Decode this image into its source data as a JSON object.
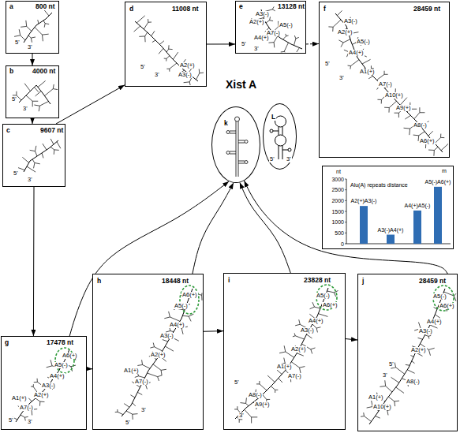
{
  "diagram": {
    "nodes": [
      {
        "text": [
          "a",
          "800 nt",
          "5'",
          "3'"
        ]
      },
      {
        "text": [
          "b",
          "4000 nt",
          "5'",
          "3'"
        ]
      },
      {
        "text": [
          "c",
          "9607 nt",
          "5'",
          "3'"
        ]
      },
      {
        "text": [
          "d",
          "11008 nt",
          "5'",
          "3'",
          "A2(+)",
          "A3(-)"
        ]
      },
      {
        "text": [
          "e",
          "13128 nt",
          "A3(-)",
          "A2(+)",
          "A5(-)",
          "A7(-)",
          "A4(+)",
          "5'",
          "3'"
        ]
      },
      {
        "text": [
          "f",
          "28459 nt",
          "A3(-)",
          "A2(+)",
          "A5(-)",
          "A4(+)",
          "5'",
          "3'",
          "A1(+)",
          "A7(-)",
          "A10(+)",
          "A9(+)",
          "A8(-)",
          "A6(+)"
        ]
      },
      {
        "text": [
          "g",
          "17478 nt",
          "A6(+)",
          "A5(-)",
          "A4(+)",
          "A3(-)",
          "A2(+)",
          "A1(+)",
          "A7(-)",
          "5'",
          "3'"
        ]
      },
      {
        "text": [
          "h",
          "18448 nt",
          "A6(+)",
          "A5(-)",
          "A4(+)",
          "A3(-)",
          "A2(+)",
          "A1(+)",
          "A7(-)",
          "5'",
          "3'"
        ]
      },
      {
        "text": [
          "i",
          "23828 nt",
          "A5(-)",
          "A6(+)",
          "A4(+)",
          "A3(-)",
          "A2(+)",
          "A1(+)",
          "A7(-)",
          "A8(-)",
          "A9(+)",
          "5'",
          "3'"
        ]
      },
      {
        "text": [
          "j",
          "28459 nt",
          "A5(-)",
          "A6(+)",
          "A4(+)",
          "A3(-)",
          "A2(+)",
          "5'",
          "3'",
          "A8(-)",
          "A1(+)",
          "A10(+)"
        ]
      },
      {
        "text": [
          "k"
        ]
      },
      {
        "text": [
          "L",
          "5'",
          "3'"
        ]
      },
      {
        "text": [
          "m",
          "nt",
          "Alu(A) repeats distance",
          "3000",
          "2500",
          "2000",
          "1500",
          "1000",
          "500",
          "0",
          "A2(+)A3(-)",
          "A3(-)A4(+)",
          "A4(+)A5(-)",
          "A5(-)A6(+)"
        ]
      }
    ],
    "edges": [
      {
        "from": 0,
        "to": 1,
        "arrow": "to"
      },
      {
        "from": 1,
        "to": 2,
        "arrow": "to"
      },
      {
        "from": 2,
        "to": 3,
        "arrow": "to"
      },
      {
        "from": 3,
        "to": 4,
        "arrow": "to"
      },
      {
        "from": 4,
        "to": 5,
        "arrow": "to"
      },
      {
        "from": 2,
        "to": 6,
        "arrow": "to"
      },
      {
        "from": 6,
        "to": 7,
        "arrow": "to"
      },
      {
        "from": 7,
        "to": 8,
        "arrow": "to"
      },
      {
        "from": 8,
        "to": 9,
        "arrow": "to"
      },
      {
        "from": 6,
        "to": 10,
        "arrow": "to"
      },
      {
        "from": 7,
        "to": 10,
        "arrow": "to"
      },
      {
        "from": 8,
        "to": 10,
        "arrow": "to"
      },
      {
        "from": 9,
        "to": 10,
        "arrow": "to"
      }
    ],
    "labels": [
      "Xist A"
    ]
  }
}
